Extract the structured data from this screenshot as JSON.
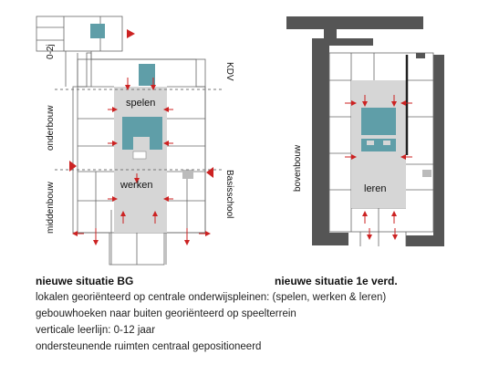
{
  "plans": {
    "ground_floor": {
      "spaces": {
        "play": "spelen",
        "work": "werken"
      },
      "wings": {
        "lower_wing": "onderbouw",
        "middle_wing": "middenbouw",
        "primary_school": "Basisschool",
        "nursery": "KDV",
        "age_group": "0-2j"
      }
    },
    "first_floor": {
      "spaces": {
        "learn": "leren"
      },
      "wings": {
        "upper_wing": "bovenbouw"
      }
    }
  },
  "captions": {
    "ground_floor": "nieuwe situatie BG",
    "first_floor": "nieuwe situatie 1e verd."
  },
  "description": [
    "lokalen georiënteerd op centrale onderwijspleinen: (spelen, werken & leren)",
    "gebouwhoeken naar buiten georiënteerd op speelterrein",
    "verticale leerlijn: 0-12 jaar",
    "ondersteunende ruimten centraal gepositioneerd"
  ],
  "colors": {
    "plein": "#d6d6d6",
    "teal": "#5f9ea8",
    "walls": "#555555",
    "arrow": "#cc2222",
    "lines": "#666666"
  }
}
